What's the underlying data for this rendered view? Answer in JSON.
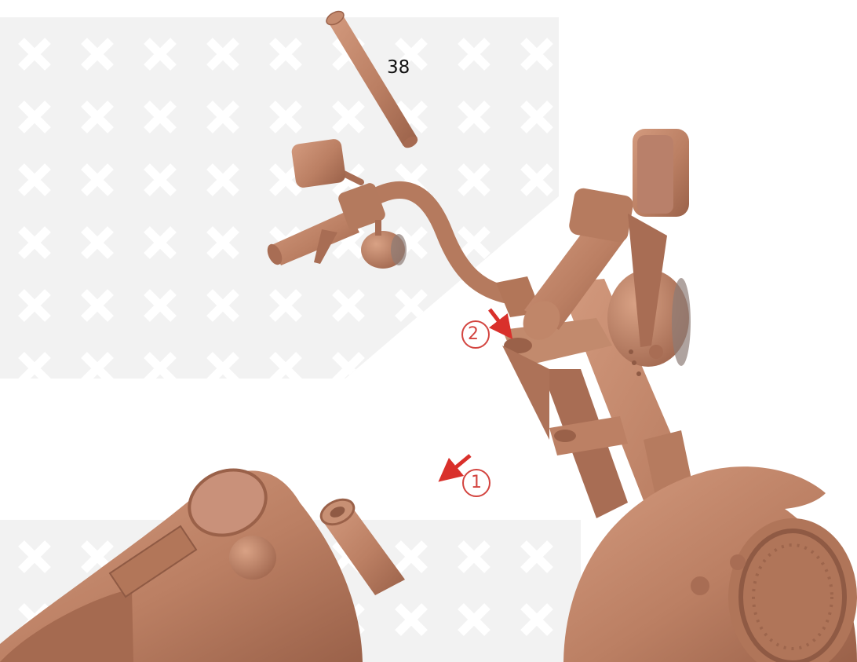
{
  "part_number": "38",
  "steps": [
    {
      "number": "1",
      "arrow_color": "#d9302b"
    },
    {
      "number": "2",
      "arrow_color": "#d9302b"
    }
  ],
  "colors": {
    "background": "#ffffff",
    "pattern_panel": "#f2f2f2",
    "pattern_mark": "#ffffff",
    "model_base": "#bb7f63",
    "model_shadow": "#9a6149",
    "model_highlight": "#d59b7f",
    "accent_red": "#d3443f"
  }
}
